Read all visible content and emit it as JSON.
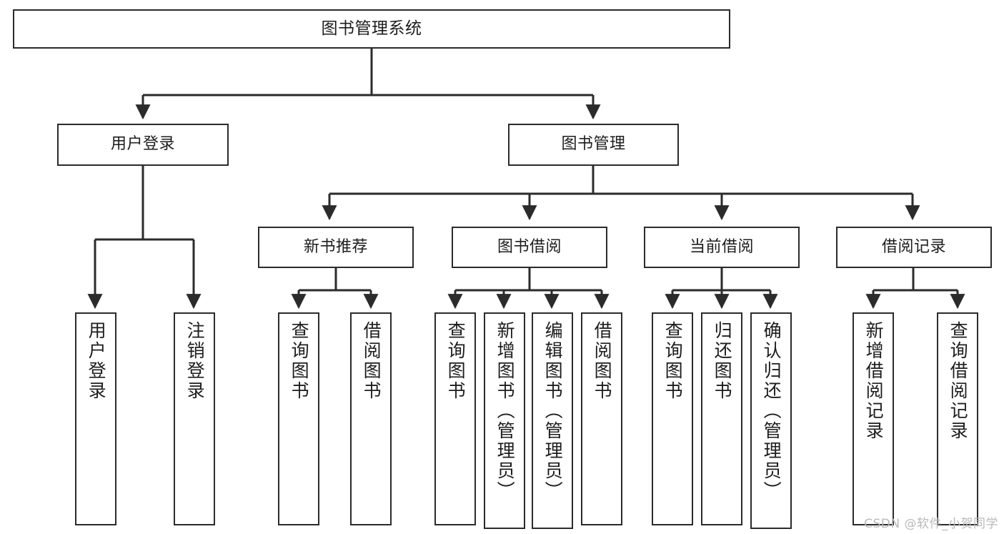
{
  "diagram": {
    "type": "tree",
    "title": "图书管理系统",
    "root": {
      "id": "root",
      "label": "图书管理系统"
    },
    "level2": [
      {
        "id": "user-login",
        "label": "用户登录"
      },
      {
        "id": "book-manage",
        "label": "图书管理"
      }
    ],
    "level3": [
      {
        "id": "new-book-rec",
        "label": "新书推荐",
        "parent": "book-manage"
      },
      {
        "id": "book-borrow",
        "label": "图书借阅",
        "parent": "book-manage"
      },
      {
        "id": "current-borrow",
        "label": "当前借阅",
        "parent": "book-manage"
      },
      {
        "id": "borrow-record",
        "label": "借阅记录",
        "parent": "book-manage"
      }
    ],
    "leaves": [
      {
        "id": "leaf-user-login",
        "label": "用户登录",
        "parent": "user-login"
      },
      {
        "id": "leaf-logout",
        "label": "注销登录",
        "parent": "user-login"
      },
      {
        "id": "leaf-query-book-1",
        "label": "查询图书",
        "parent": "new-book-rec"
      },
      {
        "id": "leaf-borrow-book-1",
        "label": "借阅图书",
        "parent": "new-book-rec"
      },
      {
        "id": "leaf-query-book-2",
        "label": "查询图书",
        "parent": "book-borrow"
      },
      {
        "id": "leaf-add-book",
        "label": "新增图书（管理员）",
        "parent": "book-borrow"
      },
      {
        "id": "leaf-edit-book",
        "label": "编辑图书（管理员）",
        "parent": "book-borrow"
      },
      {
        "id": "leaf-borrow-book-2",
        "label": "借阅图书",
        "parent": "book-borrow"
      },
      {
        "id": "leaf-query-book-3",
        "label": "查询图书",
        "parent": "current-borrow"
      },
      {
        "id": "leaf-return-book",
        "label": "归还图书",
        "parent": "current-borrow"
      },
      {
        "id": "leaf-confirm-return",
        "label": "确认归还（管理员）",
        "parent": "current-borrow"
      },
      {
        "id": "leaf-add-record",
        "label": "新增借阅记录",
        "parent": "borrow-record"
      },
      {
        "id": "leaf-query-record",
        "label": "查询借阅记录",
        "parent": "borrow-record"
      }
    ],
    "colors": {
      "stroke": "#2b2b2b",
      "fill": "#ffffff",
      "text": "#1d1d1d",
      "watermark": "#b9b9b9"
    }
  },
  "watermark": {
    "text": "CSDN @软件_小贺同学"
  }
}
